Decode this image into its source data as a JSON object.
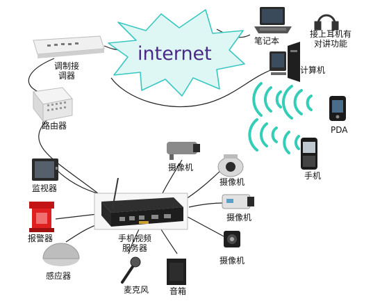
{
  "internet": {
    "label": "internet"
  },
  "devices": {
    "modem": "调制接调器",
    "router": "路由器",
    "monitor": "监视器",
    "alarm": "报警器",
    "sensor": "感应器",
    "server": "手机视频服务器",
    "microphone": "麦克风",
    "speaker": "音箱",
    "laptop": "笔记本",
    "headset": "接上耳机有对讲功能",
    "computer": "计算机",
    "pda": "PDA",
    "phone": "手机",
    "camera_1": "摄像机",
    "camera_2": "摄像机",
    "camera_3": "摄像机",
    "camera_4": "摄像机"
  },
  "colors": {
    "cloud_fill": "#dff7f4",
    "cloud_stroke": "#38c7c0",
    "wifi": "#34cdb8",
    "line": "#222222",
    "internet_text": "#4b2a86"
  },
  "icons": {
    "laptop": "laptop-icon",
    "headset": "headset-icon",
    "computer": "computer-tower-icon",
    "modem": "modem-icon",
    "router": "router-icon",
    "monitor": "crt-monitor-icon",
    "alarm": "alarm-light-icon",
    "sensor": "dome-sensor-icon",
    "server": "video-server-icon",
    "microphone": "microphone-icon",
    "speaker": "speaker-icon",
    "pda": "pda-icon",
    "phone": "mobile-phone-icon",
    "camera": "cctv-camera-icon",
    "wifi": "wireless-signal-icon"
  }
}
